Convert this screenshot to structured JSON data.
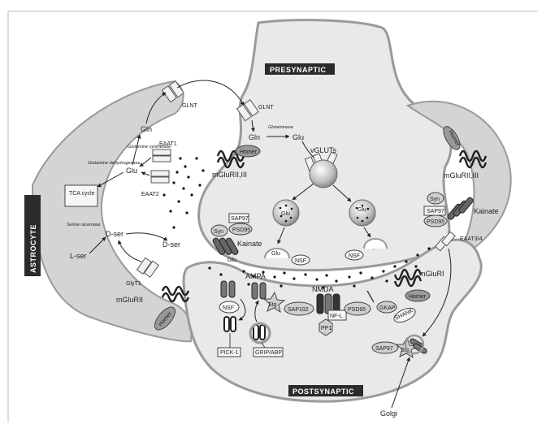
{
  "regions": {
    "presynaptic": "PRESYNAPTIC",
    "postsynaptic": "POSTSYNAPTIC",
    "astrocyte": "ASTROCYTE"
  },
  "astrocyte": {
    "glnt": "GLNT",
    "gln": "Gln",
    "glutamine_synthetase": "Glutamine synthetase",
    "glutamine_dehydrogenase": "Glutamine dehydrogenase",
    "eaat1": "EAAT1",
    "eaat2": "EAAT2",
    "glu": "Glu",
    "tca": "TCA cycle",
    "serine_racemase": "Serine racemase",
    "d_ser": "D-ser",
    "l_ser": "L-ser",
    "d_ser_out": "D-ser",
    "glyt1": "GlyT1",
    "mglurii": "mGluRII",
    "homer": "Homer"
  },
  "presynaptic": {
    "glnt": "GLNT",
    "gln": "Gln",
    "glutaminase": "Glutaminase",
    "glu": "Glu",
    "vgluts": "vGLUTs",
    "homer": "Homer",
    "mglurii_iii": "mGluRII,III",
    "sap97": "SAP97",
    "syn": "Syn",
    "psd95": "PSD95",
    "kainate": "Kainate",
    "vesicle_glu_1": "Glu",
    "vesicle_glu_2": "Glu",
    "vesicle_glu_3": "Glu",
    "release_glu": "Glu",
    "nsf_1": "NSF",
    "nsf_2": "NSF"
  },
  "right_terminal": {
    "homer": "Homer",
    "mglurii_iii": "mGluRII,III",
    "syn": "Syn",
    "sap97": "SAP97",
    "psd95": "PSD95",
    "kainate": "Kainate",
    "eaat34": "EAAT3/4"
  },
  "postsynaptic": {
    "glu": "Glu",
    "ampa": "AMPA",
    "nsf": "NSF",
    "stg": "Stg",
    "sap102": "SAP102",
    "nmda": "NMDA",
    "nfl": "NF-L",
    "pp1": "PP1",
    "psd95": "PSD95",
    "gkap": "GKAP",
    "shank": "SHANK",
    "homer": "Homer",
    "mglur1": "mGluRI",
    "pick1": "PICK-1",
    "grip": "GRIP/ABP",
    "sap97": "SAP97",
    "stg2": "Stg",
    "golgi": "Golgi"
  },
  "colors": {
    "astrocyte_fill": "#d4d4d4",
    "pre_fill": "#e9e9e9",
    "post_fill": "#e9e9e9",
    "outline": "#9a9a9a",
    "banner": "#2b2b2b",
    "receptor_dark": "#555555"
  }
}
